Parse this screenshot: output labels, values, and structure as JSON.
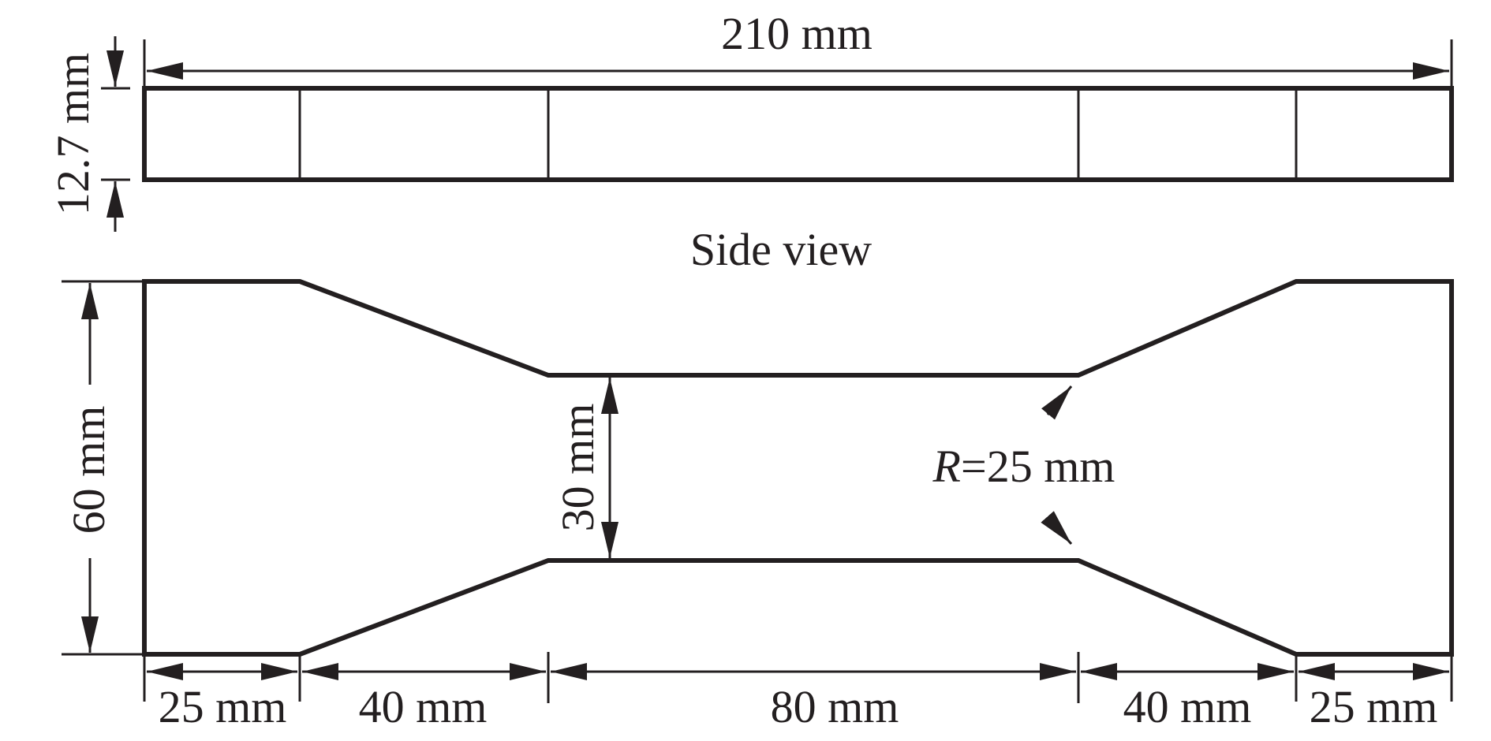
{
  "side_view": {
    "caption": "Side view",
    "length_label": "210 mm",
    "thickness_label": "12.7 mm"
  },
  "top_view": {
    "width_label": "60 mm",
    "gauge_width_label": "30 mm",
    "radius": {
      "symbol": "R",
      "text": "=25 mm"
    },
    "segments": [
      {
        "label": "25 mm"
      },
      {
        "label": "40 mm"
      },
      {
        "label": "80 mm"
      },
      {
        "label": "40 mm"
      },
      {
        "label": "25 mm"
      }
    ]
  },
  "colors": {
    "line": "#231f20",
    "background": "#ffffff"
  }
}
